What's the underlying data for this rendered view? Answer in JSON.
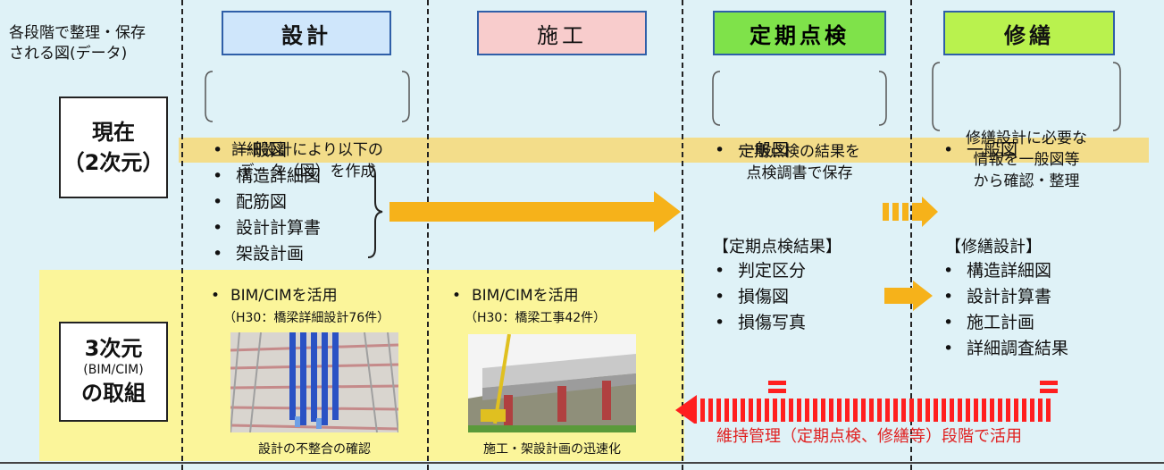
{
  "caption_left": "各段階で整理・保存\nされる図(データ)",
  "phases": {
    "design": "設計",
    "construction": "施工",
    "inspection": "定期点検",
    "repair": "修繕"
  },
  "rows": {
    "current": {
      "line1": "現在",
      "line2": "（2次元）"
    },
    "three_d": {
      "line1": "3次元",
      "line2": "(BIM/CIM)",
      "line3": "の取組"
    }
  },
  "notes": {
    "design": "詳細設計により以下の\nデータ（図）を作成",
    "inspection": "定期点検の結果を\n点検調書で保存",
    "repair": "修繕設計に必要な\n情報を一般図等\nから確認・整理"
  },
  "bullet": "•",
  "design_list": [
    "一般図",
    "構造詳細図",
    "配筋図",
    "設計計算書",
    "架設計画"
  ],
  "inspection_general": "一般図",
  "repair_general": "一般図",
  "inspection_results": {
    "heading": "【定期点検結果】",
    "items": [
      "判定区分",
      "損傷図",
      "損傷写真"
    ]
  },
  "repair_design": {
    "heading": "【修繕設計】",
    "items": [
      "構造詳細図",
      "設計計算書",
      "施工計画",
      "詳細調査結果"
    ]
  },
  "bim_design": {
    "label": "BIM/CIMを活用",
    "sub": "（H30：橋梁詳細設計76件）",
    "caption": "設計の不整合の確認"
  },
  "bim_construction": {
    "label": "BIM/CIMを活用",
    "sub": "（H30：橋梁工事42件）",
    "caption": "施工・架設計画の迅速化"
  },
  "maintenance_label": "維持管理（定期点検、修繕等）段階で活用",
  "colors": {
    "background": "#dff2f7",
    "highlight_band": "#f3dd8a",
    "three_d_band": "#fbf59a",
    "arrow_orange": "#f6b21a",
    "arrow_red": "#ff1f1f",
    "phase_border": "#2f5fa8"
  }
}
